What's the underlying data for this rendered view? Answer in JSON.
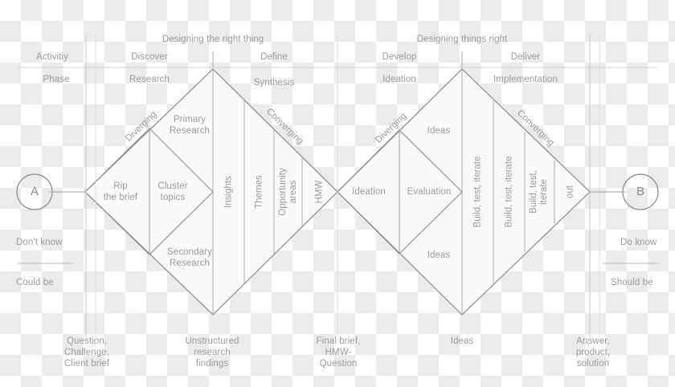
{
  "diagram": {
    "title_left": "Designing the right thing",
    "title_right": "Designing things right",
    "row_labels": {
      "activity": "Activitiy",
      "phase": "Phase"
    },
    "activities": [
      "Discover",
      "Define",
      "Develop",
      "Deliver"
    ],
    "phases": [
      "Research",
      "Synthesis",
      "Ideation",
      "Implementation"
    ],
    "diverging_converging": {
      "d1_diverging": "Diverging",
      "d1_converging": "Converging",
      "d2_diverging": "Diverging",
      "d2_converging": "Converging"
    },
    "diamond1": {
      "top": "Primary\nResearch",
      "top_line1": "Primary",
      "top_line2": "Research",
      "bottom_line1": "Secondary",
      "bottom_line2": "Research",
      "left_line1": "Rip",
      "left_line2": "the brief",
      "right_line1": "Cluster",
      "right_line2": "topics",
      "columns": [
        "Insights",
        "Themes",
        "Opportunity areas",
        "HMW"
      ],
      "col_opportunity_line1": "Opportunity",
      "col_opportunity_line2": "areas"
    },
    "diamond2": {
      "top": "Ideas",
      "bottom": "Ideas",
      "left": "Ideation",
      "right": "Evaluation",
      "columns": [
        "Build, test, iterate",
        "Build, test, iterate",
        "Build, test, iterate",
        "out"
      ],
      "col3_line1": "Build, test,",
      "col3_line2": "iterate",
      "col4": "out"
    },
    "endpoints": {
      "left_node": "A",
      "right_node": "B",
      "left_top": "Don't know",
      "left_bottom": "Could be",
      "right_top": "Do know",
      "right_bottom": "Should be"
    },
    "footnotes": [
      {
        "line1": "Question,",
        "line2": "Challenge,",
        "line3": "Client brief"
      },
      {
        "line1": "Unstructured",
        "line2": "research",
        "line3": "findings"
      },
      {
        "line1": "Final brief,",
        "line2": "HMW-",
        "line3": "Question"
      },
      {
        "line1": "Ideas",
        "line2": "",
        "line3": ""
      },
      {
        "line1": "Answer,",
        "line2": "product,",
        "line3": "solution"
      }
    ],
    "colors": {
      "stroke_strong": "#8b8b8b",
      "stroke_weak": "#c9c9c9",
      "fill": "#fafafa",
      "text": "#9b9b9b"
    }
  }
}
